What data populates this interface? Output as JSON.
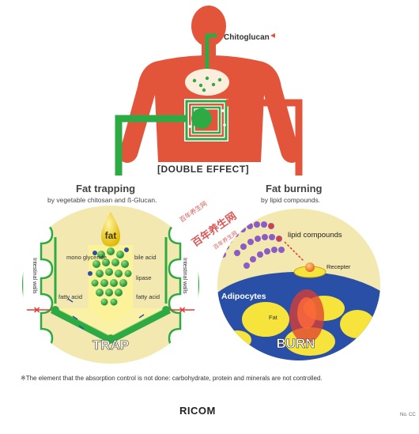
{
  "labels": {
    "chitoglucan": "Chitoglucan",
    "double_effect": "[DOUBLE EFFECT]",
    "trap_title": "Fat trapping",
    "trap_sub": "by vegetable chitosan and ß-Glucan.",
    "burn_title": "Fat burning",
    "burn_sub": "by lipid compounds.",
    "fat": "fat",
    "mono_glyceride": "mono glyceride",
    "fatty_acid_left": "fatty acid",
    "fatty_acid_right": "fatty acid",
    "bile_acid": "bile acid",
    "lipase": "lipase",
    "intestinal_walls_left": "Intestinal walls",
    "intestinal_walls_right": "Intestinal walls",
    "trap": "TRAP",
    "lipid_compounds": "lipid compounds",
    "recepter": "Recepter",
    "adipocytes": "Adipocytes",
    "fat_cell": "Fat",
    "burn": "BURN",
    "note": "※The element that the absorption control is not done: carbohydrate, protein and minerals are not controlled.",
    "brand": "RICOM",
    "code": "No. CC"
  },
  "watermark": {
    "small": "百年养生网",
    "large": "百年养生网",
    "tiny": "百年养生网"
  },
  "colors": {
    "body": "#e2553a",
    "green": "#2eaa45",
    "cream": "#f3e9b0",
    "yellow": "#f6e43c",
    "purple": "#8a5cc4",
    "blue": "#2a4fa6",
    "red": "#e03c30",
    "orange": "#f59a2c"
  }
}
